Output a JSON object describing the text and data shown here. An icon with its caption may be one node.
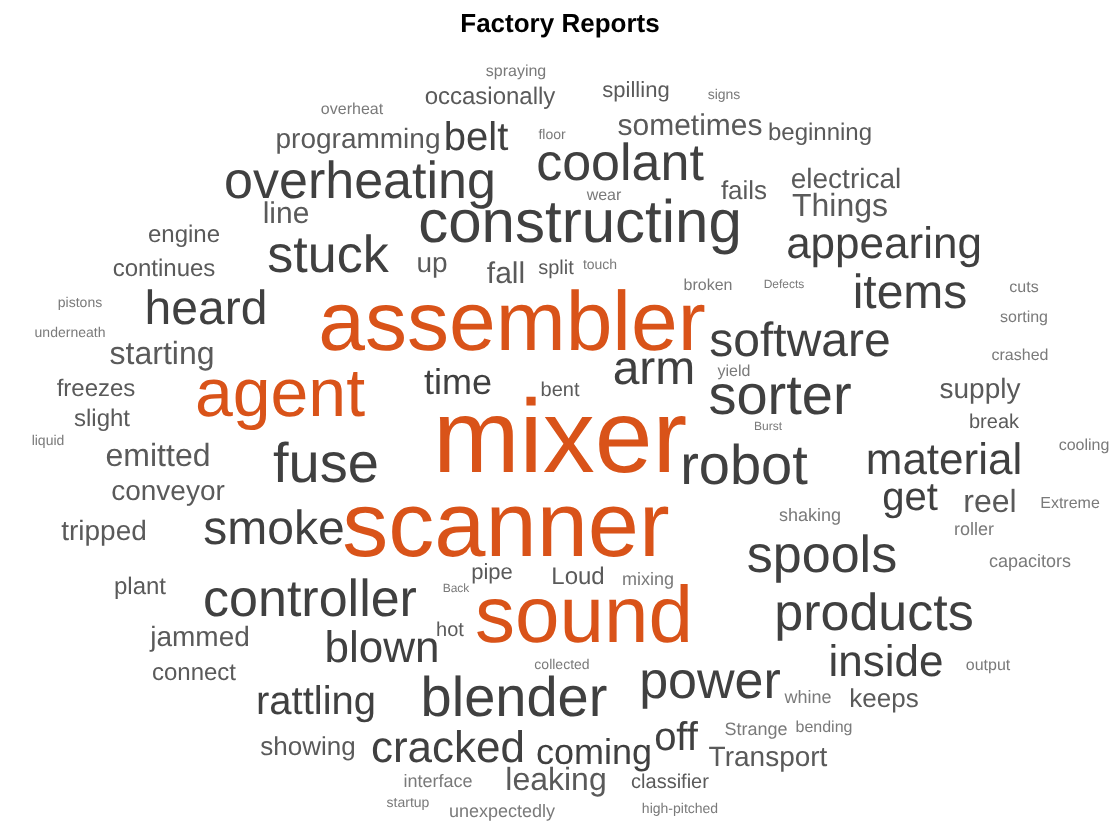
{
  "diagram": {
    "title": "Factory Reports",
    "labels": [
      "spraying",
      "spilling",
      "signs",
      "occasionally",
      "overheat",
      "sometimes",
      "beginning",
      "programming",
      "belt",
      "floor",
      "coolant",
      "overheating",
      "electrical",
      "fails",
      "wear",
      "Things",
      "line",
      "constructing",
      "engine",
      "appearing",
      "stuck",
      "continues",
      "touch",
      "split",
      "up",
      "fall",
      "broken",
      "Defects",
      "cuts",
      "pistons",
      "items",
      "heard",
      "assembler",
      "sorting",
      "underneath",
      "software",
      "starting",
      "crashed",
      "yield",
      "arm",
      "time",
      "freezes",
      "supply",
      "agent",
      "bent",
      "sorter",
      "slight",
      "break",
      "Burst",
      "mixer",
      "liquid",
      "cooling",
      "emitted",
      "fuse",
      "robot",
      "material",
      "conveyor",
      "get",
      "reel",
      "Extreme",
      "shaking",
      "roller",
      "tripped",
      "smoke",
      "scanner",
      "spools",
      "capacitors",
      "pipe",
      "Loud",
      "mixing",
      "plant",
      "Back",
      "controller",
      "sound",
      "products",
      "hot",
      "jammed",
      "blown",
      "collected",
      "inside",
      "output",
      "connect",
      "power",
      "blender",
      "whine",
      "keeps",
      "rattling",
      "bending",
      "Strange",
      "off",
      "showing",
      "cracked",
      "coming",
      "Transport",
      "interface",
      "leaking",
      "classifier",
      "startup",
      "unexpectedly",
      "high-pitched"
    ]
  }
}
